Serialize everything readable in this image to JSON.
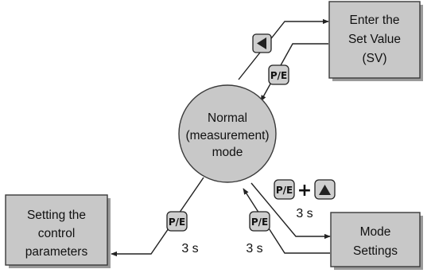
{
  "nodes": {
    "normal_mode": {
      "lines": [
        "Normal",
        "(measurement)",
        "mode"
      ]
    },
    "set_value": {
      "lines": [
        "Enter the",
        "Set Value",
        "(SV)"
      ]
    },
    "control_params": {
      "lines": [
        "Setting the",
        "control",
        "parameters"
      ]
    },
    "mode_settings": {
      "lines": [
        "Mode",
        "Settings"
      ]
    }
  },
  "buttons": {
    "pe_label": "P/E",
    "plus": "+",
    "left_arrow_icon": "left-arrow-button-icon",
    "up_arrow_icon": "up-arrow-button-icon"
  },
  "timings": {
    "to_control_params": "3 s",
    "from_mode_settings": "3 s",
    "to_mode_settings": "3 s"
  }
}
